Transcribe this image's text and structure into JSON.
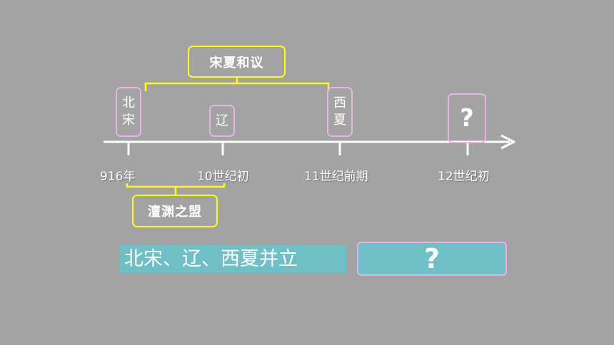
{
  "treaties": {
    "song_xia": "宋夏和议",
    "chanyuan": "澶渊之盟"
  },
  "states": {
    "northern_song": "北\n宋",
    "liao": "辽",
    "western_xia": "西\n夏",
    "unknown": "?"
  },
  "timeline": {
    "ticks": [
      "916年",
      "10世纪初",
      "11世纪前期",
      "12世纪初"
    ]
  },
  "summary": {
    "left": "北宋、辽、西夏并立",
    "right": "?"
  },
  "colors": {
    "background": "#a3a3a3",
    "treaty_border": "#ffff00",
    "state_border": "#e8b4e8",
    "banner": "#6fbfc6",
    "axis": "#ffffff"
  }
}
